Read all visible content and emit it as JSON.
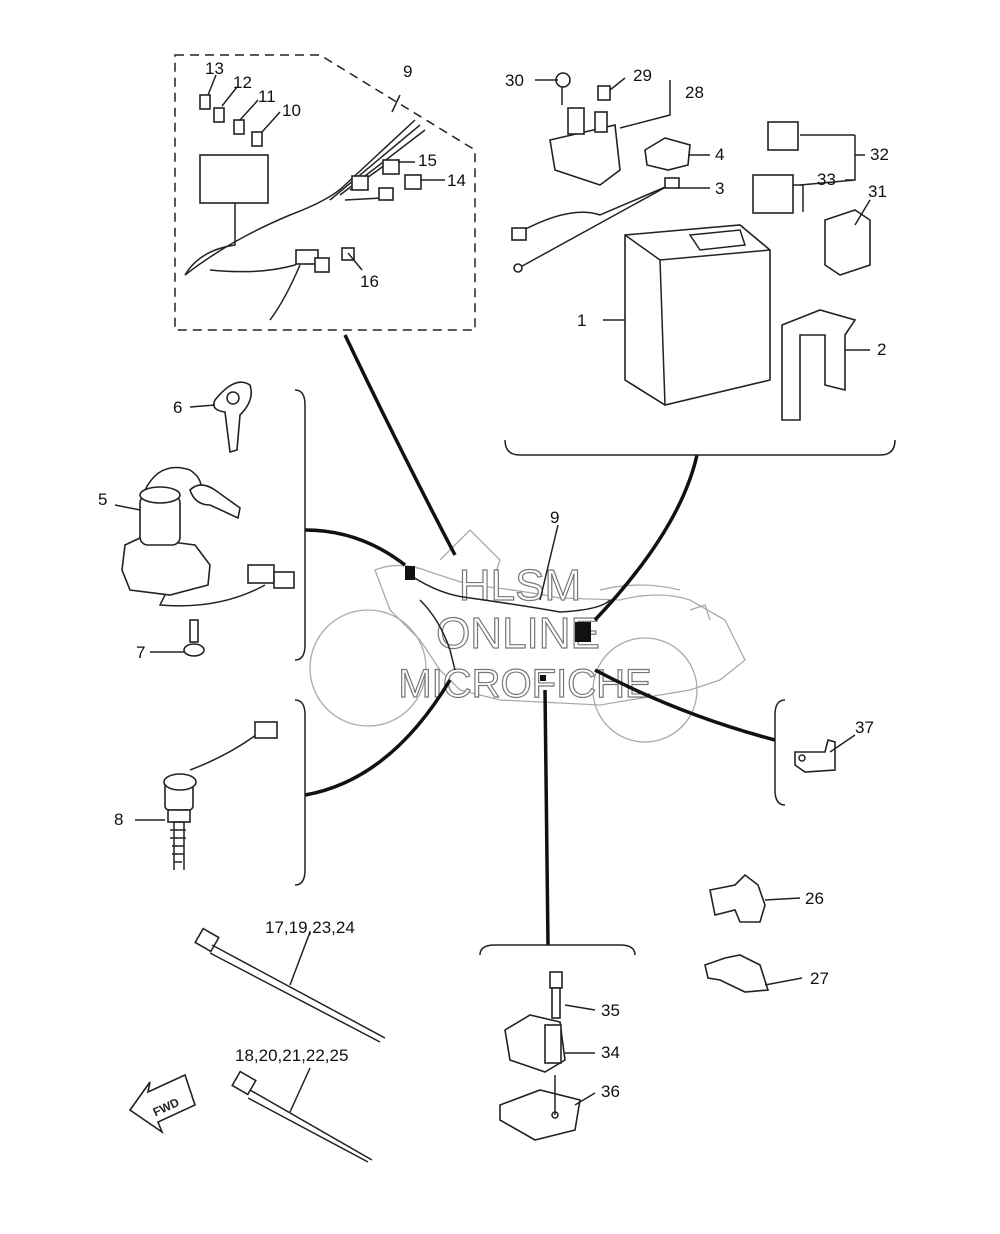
{
  "watermark": {
    "line1": "HLSM",
    "line2": "ONLINE",
    "line3": "MICROFICHE"
  },
  "direction_arrow": {
    "text": "FWD"
  },
  "callouts": {
    "c1": "1",
    "c2": "2",
    "c3": "3",
    "c4": "4",
    "c5": "5",
    "c6": "6",
    "c7": "7",
    "c8": "8",
    "c9_top": "9",
    "c9_mid": "9",
    "c10": "10",
    "c11": "11",
    "c12": "12",
    "c13": "13",
    "c14": "14",
    "c15": "15",
    "c16": "16",
    "c17_group": "17,19,23,24",
    "c18_group": "18,20,21,22,25",
    "c26": "26",
    "c27": "27",
    "c28": "28",
    "c29": "29",
    "c30": "30",
    "c31": "31",
    "c32": "32",
    "c33": "33",
    "c34": "34",
    "c35": "35",
    "c36": "36",
    "c37": "37"
  }
}
